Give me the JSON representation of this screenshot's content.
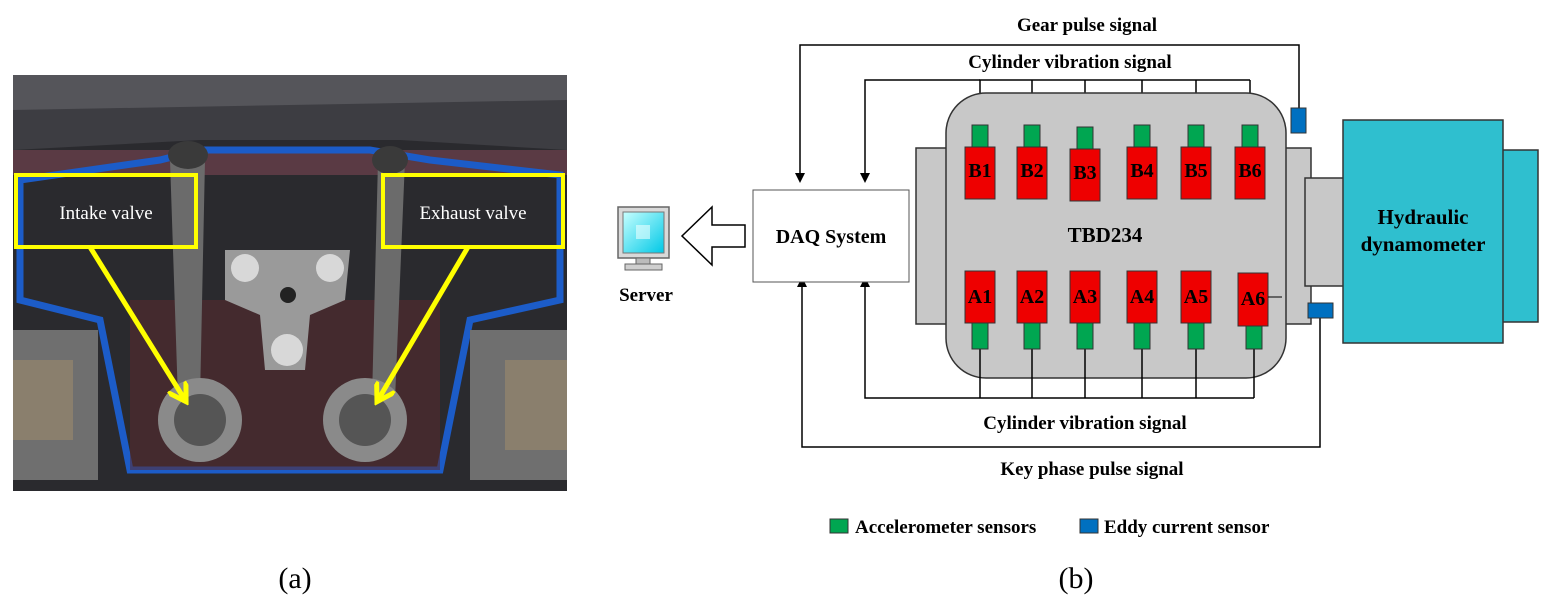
{
  "panel_a": {
    "caption": "(a)",
    "callouts": {
      "intake": "Intake valve",
      "exhaust": "Exhaust valve"
    }
  },
  "panel_b": {
    "caption": "(b)",
    "signals": {
      "gear_pulse": "Gear pulse signal",
      "cylinder_vibration_top": "Cylinder vibration signal",
      "cylinder_vibration_bottom": "Cylinder vibration signal",
      "key_phase": "Key phase pulse signal"
    },
    "daq": "DAQ System",
    "server": "Server",
    "engine": "TBD234",
    "dynamometer": [
      "Hydraulic",
      "dynamometer"
    ],
    "cylinders_b": [
      "B1",
      "B2",
      "B3",
      "B4",
      "B5",
      "B6"
    ],
    "cylinders_a": [
      "A1",
      "A2",
      "A3",
      "A4",
      "A5",
      "A6"
    ],
    "legend": {
      "accelerometer": "Accelerometer sensors",
      "eddy": "Eddy current sensor"
    },
    "colors": {
      "cylinder": "#ee0000",
      "accelerometer": "#00a651",
      "eddy": "#0070c0",
      "dynamometer": "#2fbfcf",
      "engine_body": "#c8c8c8",
      "callout": "#ffff00"
    }
  }
}
